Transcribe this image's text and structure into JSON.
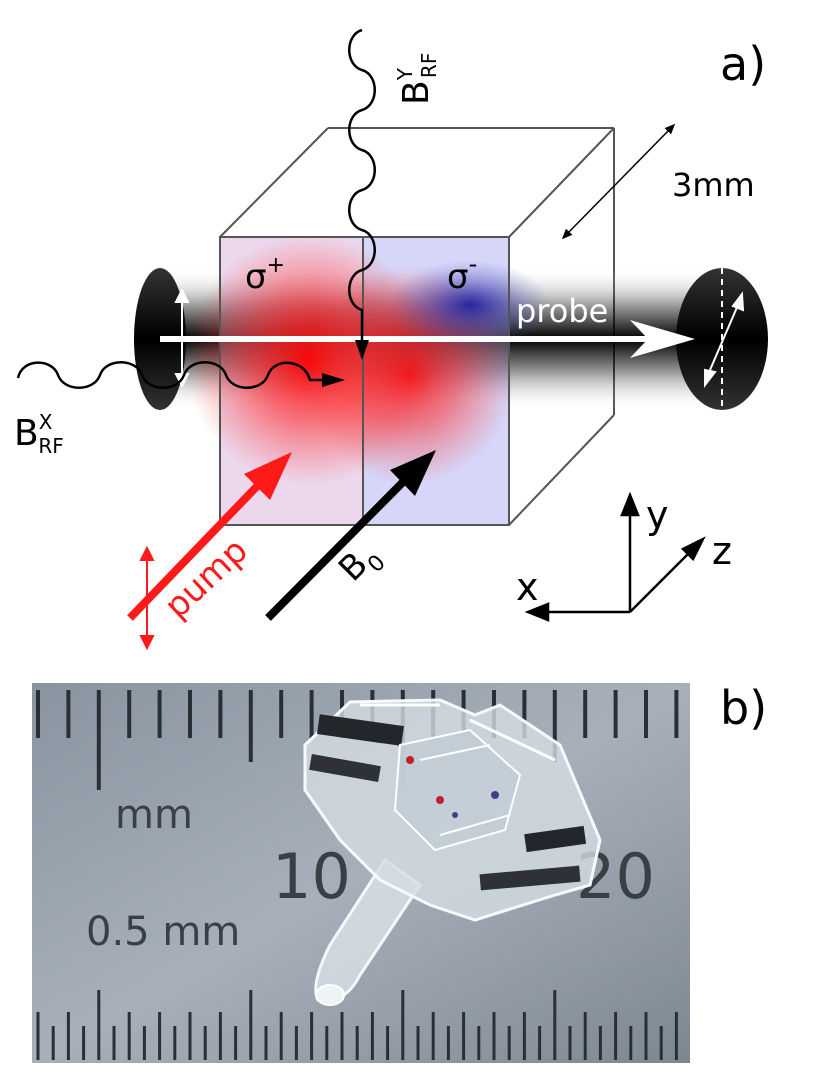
{
  "panel_a": {
    "label": "a)",
    "b_rf_y": {
      "base": "B",
      "sup": "Y",
      "sub": "RF"
    },
    "b_rf_x": {
      "base": "B",
      "sup": "X",
      "sub": "RF"
    },
    "size_label": "3mm",
    "sigma_plus": {
      "base": "σ",
      "sup": "+"
    },
    "sigma_minus": {
      "base": "σ",
      "sup": "-"
    },
    "probe_label": "probe",
    "pump_label": "pump",
    "b0": {
      "base": "B",
      "sub": "0"
    },
    "axes": {
      "x": "x",
      "y": "y",
      "z": "z"
    },
    "colors": {
      "pump": "#ff1a1a",
      "cell_left": "#e6c9e6",
      "cell_right": "#c8c8f6",
      "probe_beam": "#000000"
    }
  },
  "panel_b": {
    "label": "b)",
    "ruler_unit_top": "mm",
    "ruler_unit_bottom": "0.5 mm",
    "ruler_num_10": "10",
    "ruler_num_20": "20"
  }
}
